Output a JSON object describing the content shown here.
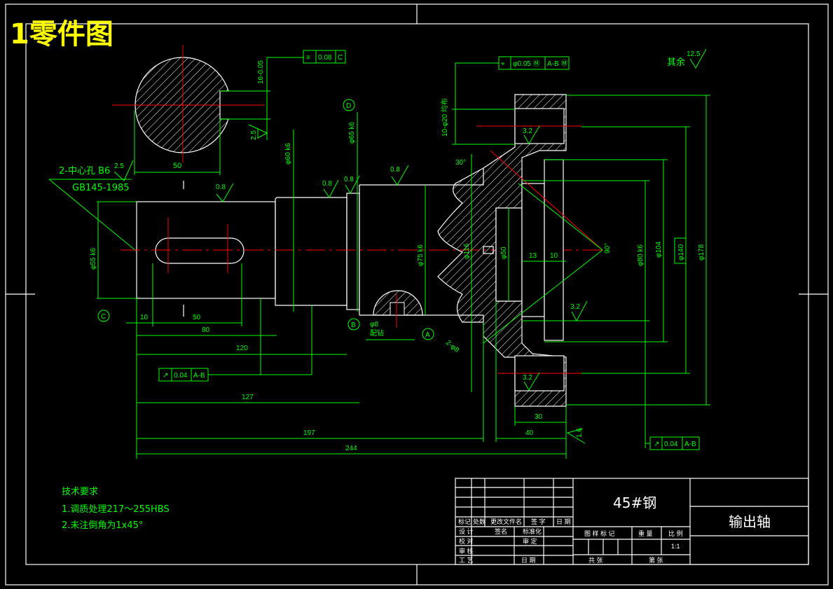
{
  "drawing_title": "1零件图",
  "key_section": {
    "width_dim": "50",
    "depth_tol": "16-0.05",
    "roughness_side": "2.5",
    "symmetry_frame": {
      "symbol": "≡",
      "value": "0.08",
      "datum": "C"
    }
  },
  "center_hole": {
    "label": "2-中心孔 B6",
    "standard": "GB145-1985",
    "roughness": "2.5"
  },
  "shaft": {
    "dia_left": "φ55 k6",
    "roughness_labels": [
      "0.8",
      "0.8",
      "0.8",
      "0.8"
    ],
    "dia_bearing": "φ60 k6",
    "dia_bearing2": "φ65 k6",
    "dia_gear_seat": "φ75 k6",
    "dia_root": "φ116",
    "dia_bore": "φ50",
    "keyway_len": "50",
    "keyway_offset": "10",
    "datum_c": "C",
    "datum_b": "B",
    "datum_a": "A",
    "pin_hole": {
      "dia": "φ8",
      "note": "配钻"
    },
    "chamfer": "2-φ8"
  },
  "dimensions": {
    "d80": "80",
    "d120": "120",
    "d127": "127",
    "d197": "197",
    "d244": "244",
    "d30": "30",
    "d40": "40",
    "d13": "13",
    "d10": "10",
    "angle30": "30°",
    "angle90": "90°"
  },
  "runout_frame_left": {
    "symbol": "↗",
    "value": "0.04",
    "datum": "A-B"
  },
  "runout_frame_right": {
    "symbol": "↗",
    "value": "0.04",
    "datum": "A-B"
  },
  "position_frame": {
    "symbol": "⌖",
    "value": "φ0.05 Ⓜ",
    "datum": "A-B Ⓜ"
  },
  "holes_note": "10-φ20 均布",
  "gear": {
    "roughness_top": "3.2",
    "roughness_bottom": "3.2",
    "roughness_face": "3.2",
    "roughness_end": "1.6",
    "dia80": "φ80 k6",
    "dia104": "φ104",
    "dia140": "φ140",
    "dia178": "φ178"
  },
  "rest_roughness": {
    "label": "其余",
    "value": "12.5"
  },
  "tech_req": {
    "title": "技术要求",
    "items": [
      "1.调质处理217～255HBS",
      "2.未注倒角为1x45°"
    ]
  },
  "title_block": {
    "material": "45#钢",
    "part_name": "输出轴",
    "headers": [
      "标记",
      "处数",
      "更改文件名",
      "签 字",
      "日 期"
    ],
    "rows": [
      [
        "设 计",
        "",
        "标准化"
      ],
      [
        "校 对",
        "",
        "审 定"
      ],
      [
        "审 核",
        "",
        ""
      ],
      [
        "工 艺",
        "",
        "日 期"
      ]
    ],
    "mark_labels": [
      "图 样 标 记",
      "重 量",
      "比 例"
    ],
    "scale": "1:1",
    "sheet_labels": [
      "共 张",
      "第 张"
    ],
    "designer_sign": "签名"
  }
}
